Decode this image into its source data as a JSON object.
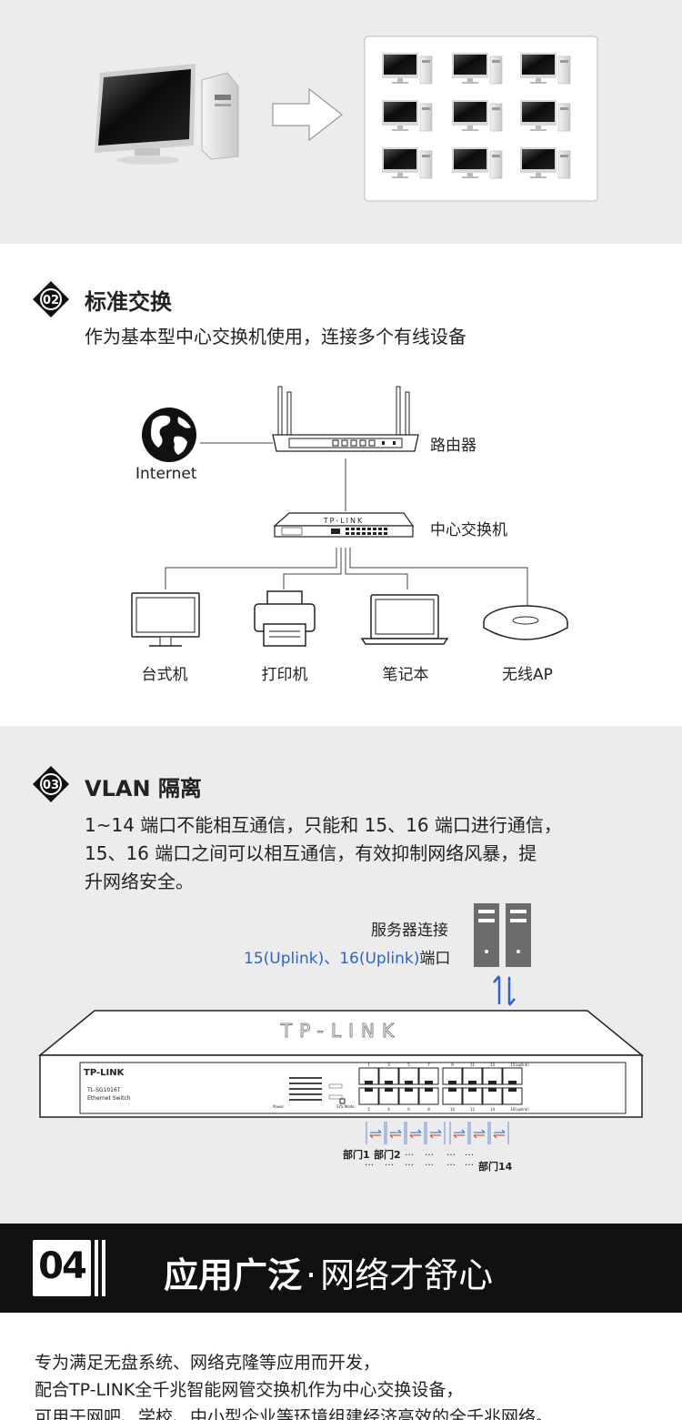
{
  "section02": {
    "number": "02",
    "title": "标准交换",
    "description": "作为基本型中心交换机使用，连接多个有线设备",
    "labels": {
      "internet": "Internet",
      "router": "路由器",
      "switch": "中心交换机",
      "desktop": "台式机",
      "printer": "打印机",
      "laptop": "笔记本",
      "ap": "无线AP"
    },
    "router_text": "",
    "switch_brand": "TP-LINK"
  },
  "section03": {
    "number": "03",
    "title": "VLAN 隔离",
    "description_lines": [
      "1~14 端口不能相互通信，只能和 15、16 端口进行通信，",
      "15、16 端口之间可以相互通信，有效抑制网络风暴，提",
      "升网络安全。"
    ],
    "server_label": "服务器连接",
    "uplink_ports": "15(Uplink)、16(Uplink)",
    "uplink_suffix": "端口",
    "switch": {
      "front_logo": "TP-LINK",
      "brand": "TP-LINK",
      "model": "TL-SG1016T",
      "type": "Ethernet Switch",
      "power": "Power",
      "sys_mode": "SYS Mode",
      "top_port_numbers": [
        "1",
        "3",
        "5",
        "7",
        "9",
        "11",
        "13",
        "15(uplink)"
      ],
      "bottom_port_numbers": [
        "2",
        "4",
        "6",
        "8",
        "10",
        "12",
        "14",
        "16(uplink)"
      ]
    },
    "dept_first": "部门1",
    "dept_second": "部门2",
    "dept_last": "部门14",
    "ellipsis": "…"
  },
  "section04": {
    "number": "04",
    "title_bold": "应用广泛",
    "separator": "·",
    "title_light": "网络才舒心"
  },
  "tail": {
    "lines": [
      "专为满足无盘系统、网络克隆等应用而开发，",
      "配合TP-LINK全千兆智能网管交换机作为中心交换设备，",
      "可用于网吧、学校、中小型企业等环境组建经济高效的全千兆网络。"
    ]
  },
  "colors": {
    "accent_blue": "#2f63c8",
    "dark": "#111111",
    "gray_bg": "#ececec"
  }
}
